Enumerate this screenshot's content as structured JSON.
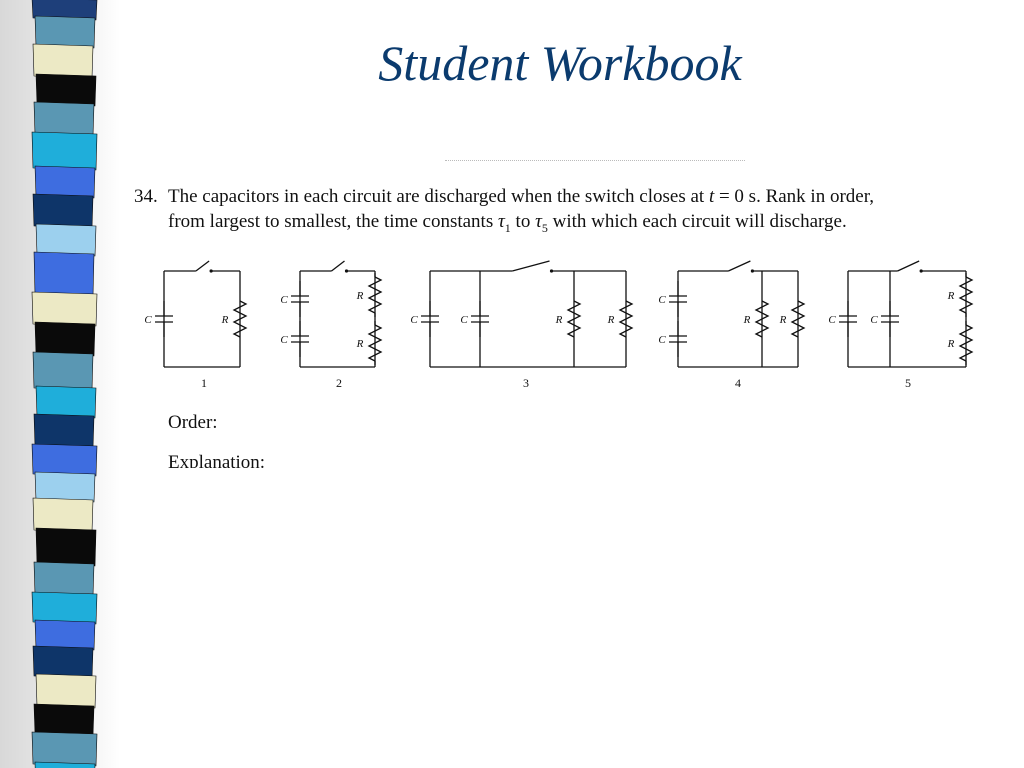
{
  "slide": {
    "title": "Student Workbook"
  },
  "question": {
    "number": "34.",
    "line1_pre": "The capacitors in each circuit are discharged when the switch closes at ",
    "line1_var": "t",
    "line1_post": " = 0 s. Rank in order,",
    "line2_pre": "from largest to smallest, the time constants ",
    "tau_symbol": "τ",
    "tau_first_index": "1",
    "line2_mid": " to ",
    "tau_last_index": "5",
    "line2_post": " with which each circuit will discharge."
  },
  "circuits": {
    "capacitor_label": "C",
    "resistor_label": "R",
    "numbers": [
      "1",
      "2",
      "3",
      "4",
      "5"
    ]
  },
  "prompts": {
    "order_label": "Order:",
    "explanation_label": "Explanation:"
  },
  "colors": {
    "title": "#0b3b6e",
    "strip": [
      "#1e3f7a",
      "#5a97b3",
      "#ece9c5",
      "#0a0a0a",
      "#1faeda",
      "#3e6de0",
      "#0e3569",
      "#9cd0ee"
    ]
  }
}
